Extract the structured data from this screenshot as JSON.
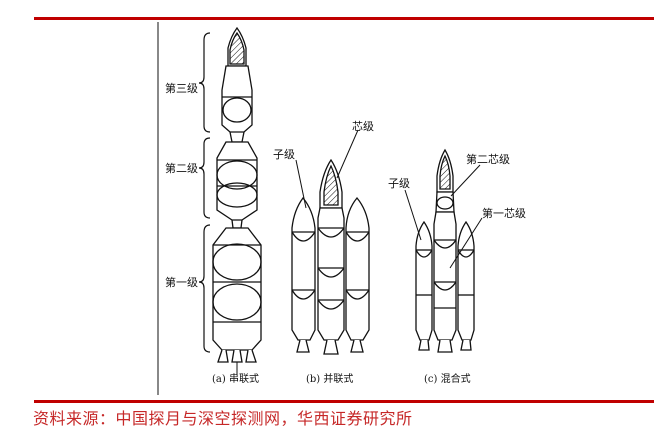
{
  "labels": {
    "stage3": "第三级",
    "stage2": "第二级",
    "stage1": "第一级",
    "booster_b": "子级",
    "core_b": "芯级",
    "booster_c": "子级",
    "core2_c": "第二芯级",
    "core1_c": "第一芯级"
  },
  "captions": {
    "a": "(a) 串联式",
    "b": "(b) 并联式",
    "c": "(c) 混合式"
  },
  "source": "资料来源：中国探月与深空探测网，华西证券研究所",
  "colors": {
    "accent": "#c00000",
    "source_text": "#c62828"
  }
}
